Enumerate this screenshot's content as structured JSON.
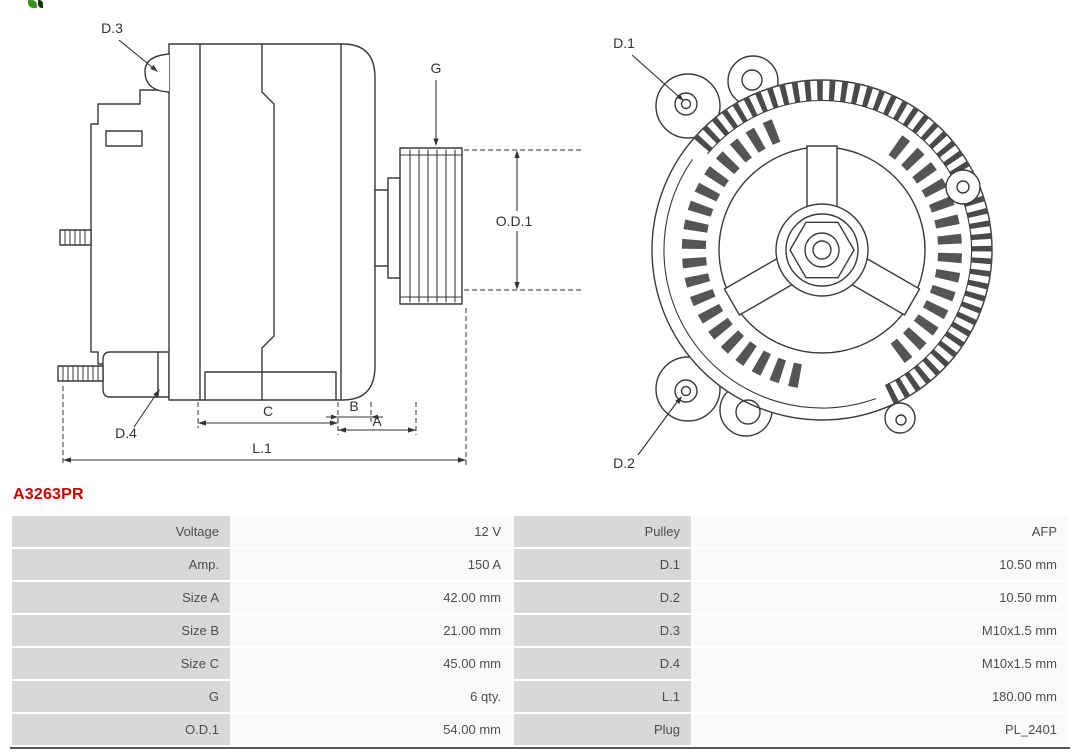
{
  "part_number": "A3263PR",
  "colors": {
    "part_number_red": "#cc0000",
    "table_label_bg": "#d8d8d8",
    "table_value_bg": "#fafafa",
    "table_text": "#4d4d4d",
    "drawing_line": "#3a3a3a",
    "logo_green": "#3f8f1f"
  },
  "diagram": {
    "side_view_labels": {
      "d3": "D.3",
      "d4": "D.4",
      "g": "G",
      "od1": "O.D.1",
      "a": "A",
      "b": "B",
      "c": "C",
      "l1": "L.1"
    },
    "front_view_labels": {
      "d1": "D.1",
      "d2": "D.2"
    }
  },
  "specs": {
    "rows": [
      {
        "left_label": "Voltage",
        "left_value": "12 V",
        "right_label": "Pulley",
        "right_value": "AFP"
      },
      {
        "left_label": "Amp.",
        "left_value": "150 A",
        "right_label": "D.1",
        "right_value": "10.50 mm"
      },
      {
        "left_label": "Size A",
        "left_value": "42.00 mm",
        "right_label": "D.2",
        "right_value": "10.50 mm"
      },
      {
        "left_label": "Size B",
        "left_value": "21.00 mm",
        "right_label": "D.3",
        "right_value": "M10x1.5 mm"
      },
      {
        "left_label": "Size C",
        "left_value": "45.00 mm",
        "right_label": "D.4",
        "right_value": "M10x1.5 mm"
      },
      {
        "left_label": "G",
        "left_value": "6 qty.",
        "right_label": "L.1",
        "right_value": "180.00 mm"
      },
      {
        "left_label": "O.D.1",
        "left_value": "54.00 mm",
        "right_label": "Plug",
        "right_value": "PL_2401"
      }
    ]
  }
}
